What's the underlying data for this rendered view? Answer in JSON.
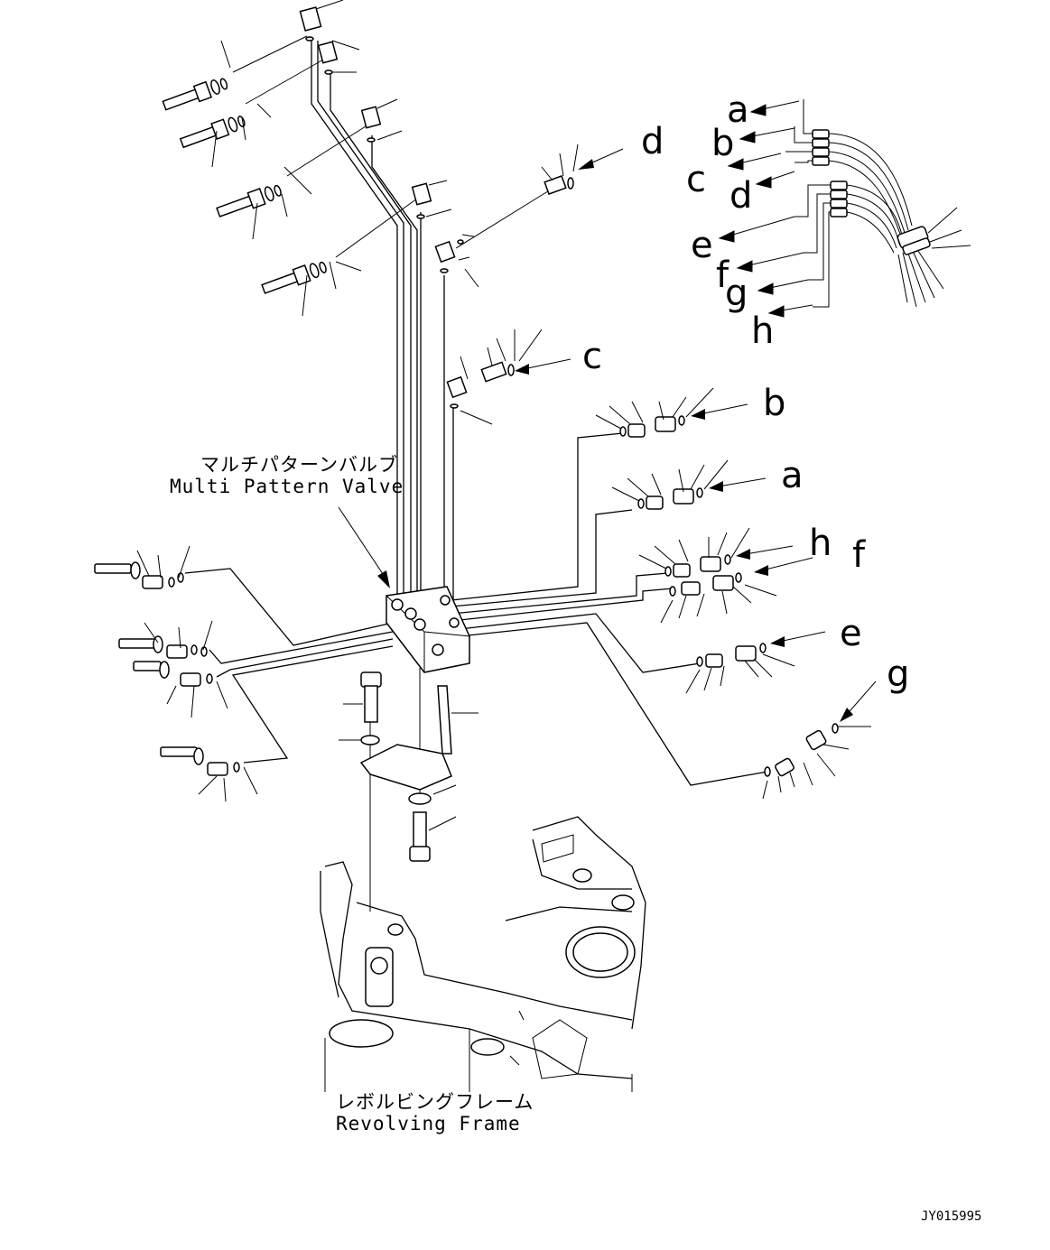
{
  "labels": {
    "valve_jp": "マルチパターンバルブ",
    "valve_en": "Multi Pattern Valve",
    "frame_jp": "レボルビングフレーム",
    "frame_en": "Revolving Frame",
    "drawing_code": "JY015995"
  },
  "hose_legend": [
    "a",
    "b",
    "c",
    "d",
    "e",
    "f",
    "g",
    "h"
  ],
  "callouts": {
    "d": "d",
    "c": "c",
    "b": "b",
    "a": "a",
    "h": "h",
    "f": "f",
    "e": "e",
    "g": "g"
  }
}
